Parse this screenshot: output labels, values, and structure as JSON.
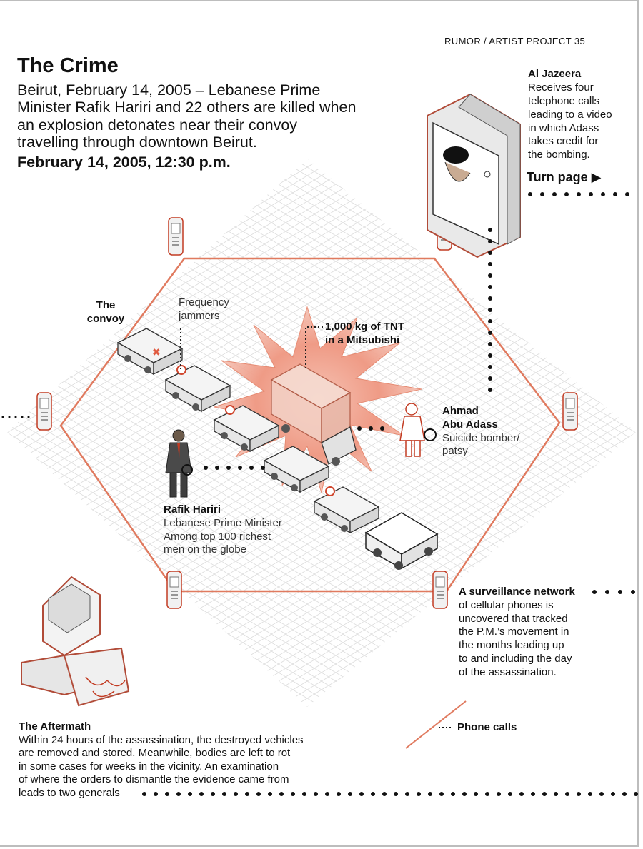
{
  "header": {
    "label": "RUMOR / ARTIST PROJECT 35"
  },
  "title": "The Crime",
  "subtitle": "Beirut, February 14, 2005 – Lebanese Prime Minister Rafik Hariri and 22 others are killed when an explosion detonates near their convoy travelling through downtown Beirut.",
  "datetime": "February 14, 2005, 12:30 p.m.",
  "al_jazeera": {
    "title": "Al Jazeera",
    "lines": [
      "Receives four",
      "telephone calls",
      "leading to a video",
      "in which Adass",
      "takes credit for",
      "the bombing."
    ],
    "turn_page": "Turn page ▶"
  },
  "labels": {
    "convoy": [
      "The",
      "convoy"
    ],
    "jammers": [
      "Frequency",
      "jammers"
    ],
    "tnt": [
      "1,000 kg of TNT",
      "in a Mitsubishi"
    ]
  },
  "adass": {
    "name": [
      "Ahmad",
      "Abu Adass"
    ],
    "desc": [
      "Suicide bomber/",
      "patsy"
    ]
  },
  "hariri": {
    "name": "Rafik Hariri",
    "desc": [
      "Lebanese Prime Minister",
      "Among top 100 richest",
      "men on the globe"
    ]
  },
  "surveillance": {
    "title": "A surveillance network",
    "lines": [
      "of cellular phones is",
      "uncovered that tracked",
      "the P.M.’s movement in",
      "the months leading up",
      "to and including the day",
      "of the assassination."
    ]
  },
  "aftermath": {
    "title": "The Aftermath",
    "lines": [
      "Within 24 hours of the assassination, the destroyed vehicles",
      "are removed and stored. Meanwhile, bodies are left to rot",
      "in some cases for weeks in the vicinity. An examination",
      "of where the orders to dismantle the evidence came from",
      "leads to two generals"
    ]
  },
  "legend": {
    "phone_calls": "Phone calls"
  },
  "colors": {
    "accent": "#e07a5f",
    "accent_dark": "#c23b22",
    "grid": "#d8d8d8",
    "dots": "#111111"
  }
}
